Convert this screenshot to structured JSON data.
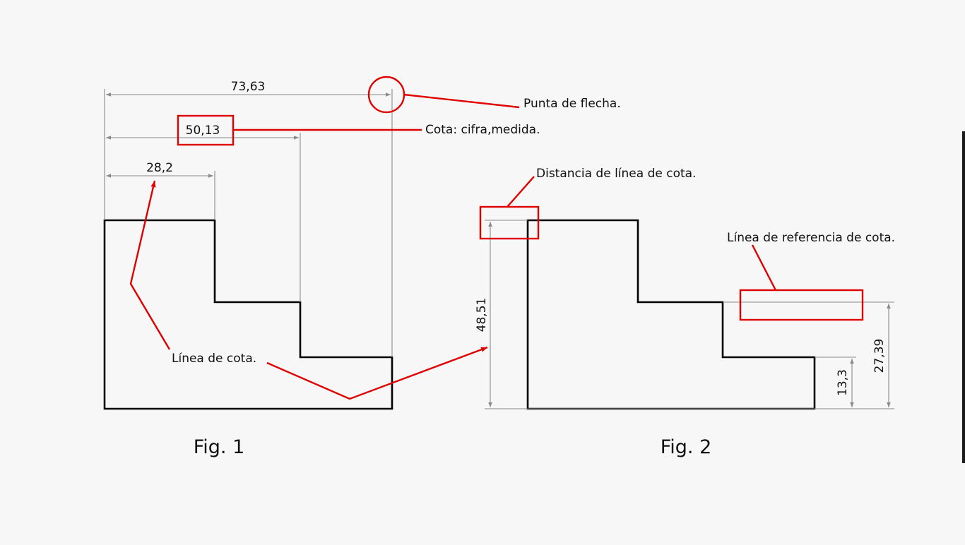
{
  "figures": {
    "fig1": {
      "caption": "Fig. 1",
      "dimensions": {
        "overall": "73,63",
        "middle": "50,13",
        "short": "28,2"
      }
    },
    "fig2": {
      "caption": "Fig. 2",
      "dimensions": {
        "height_total": "48,51",
        "height_step_low": "13,3",
        "height_step_mid": "27,39"
      }
    }
  },
  "annotations": {
    "arrowhead": "Punta de flecha.",
    "dimension_value": "Cota: cifra,medida.",
    "dimension_line": "Línea de cota.",
    "dimension_line_distance": "Distancia de línea de cota.",
    "extension_line": "Línea de referencia de cota."
  },
  "colors": {
    "object_line": "#000000",
    "dimension_line": "#8a8a8a",
    "annotation": "#e00000",
    "background": "#f7f7f7"
  }
}
